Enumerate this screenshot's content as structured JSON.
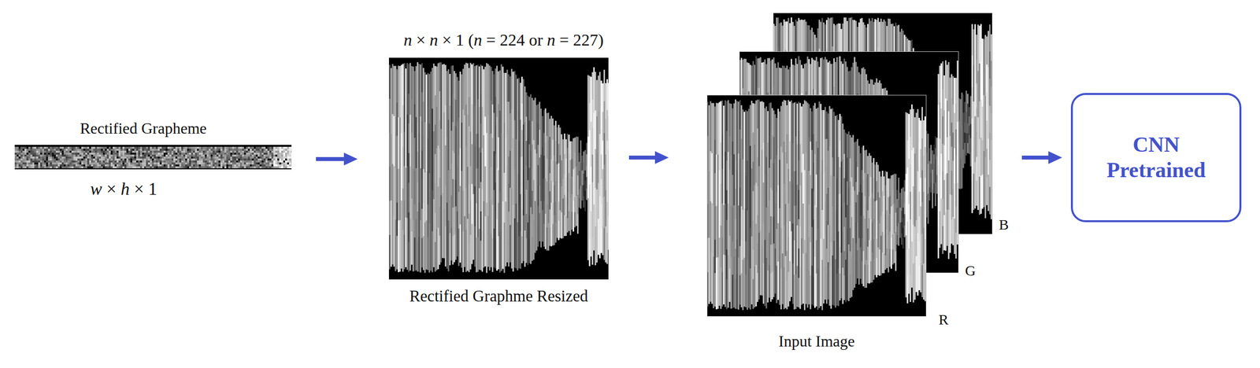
{
  "diagram": {
    "nodes": [
      {
        "text": [
          "Rectified Grapheme",
          "w × h × 1"
        ]
      },
      {
        "text": [
          "n × n × 1 (n = 224 or n = 227)",
          "Rectified Graphme Resized"
        ]
      },
      {
        "text": [
          "Input Image"
        ]
      },
      {
        "text": [
          "CNN Pretrained"
        ]
      }
    ],
    "edges": [
      {
        "from": 0,
        "to": 1,
        "arrow": "to"
      },
      {
        "from": 1,
        "to": 2,
        "arrow": "to"
      },
      {
        "from": 2,
        "to": 3,
        "arrow": "to"
      }
    ],
    "labels": [
      "B",
      "G",
      "R"
    ]
  }
}
